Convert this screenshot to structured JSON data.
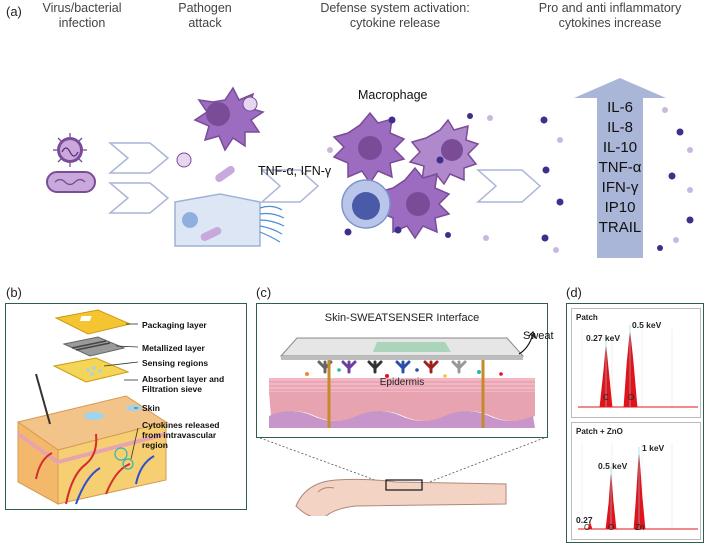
{
  "panel_a": {
    "label": "(a)",
    "stages": [
      "Virus/bacterial\ninfection",
      "Pathogen\nattack",
      "Defense system activation:\ncytokine release",
      "Pro and anti inflammatory\ncytokines increase"
    ],
    "signal_label": "TNF-α, IFN-γ",
    "macrophage_label": "Macrophage",
    "cytokines": [
      "IL-6",
      "IL-8",
      "IL-10",
      "TNF-α",
      "IFN-γ",
      "IP10",
      "TRAIL"
    ]
  },
  "panel_b": {
    "label": "(b)",
    "layers": [
      "Packaging layer",
      "Metallized layer",
      "Sensing regions",
      "Absorbent layer and\nFiltration sieve",
      "Skin",
      "Cytokines released\nfrom intravascular\nregion"
    ]
  },
  "panel_c": {
    "label": "(c)",
    "interface_title": "Skin-SWEATSENSER Interface",
    "sweat_label": "Sweat",
    "epidermis_label": "Epidermis"
  },
  "panel_d": {
    "label": "(d)",
    "spectra": [
      {
        "title": "Patch",
        "peaks": [
          "0.27 keV",
          "0.5 keV"
        ],
        "elements": [
          "C",
          "O"
        ]
      },
      {
        "title": "Patch + ZnO",
        "peaks": [
          "0.27",
          "0.5 keV",
          "1 keV"
        ],
        "elements": [
          "C",
          "O",
          "Zn"
        ]
      }
    ]
  },
  "colors": {
    "panel_border": "#2f5e4a",
    "macrophage": "#8f5fb0",
    "cytokine_dot": "#3d2f8a",
    "arrow_fill": "#a9b6d8",
    "spectrum_red": "#e0141a",
    "skin": "#e8a3b0"
  }
}
